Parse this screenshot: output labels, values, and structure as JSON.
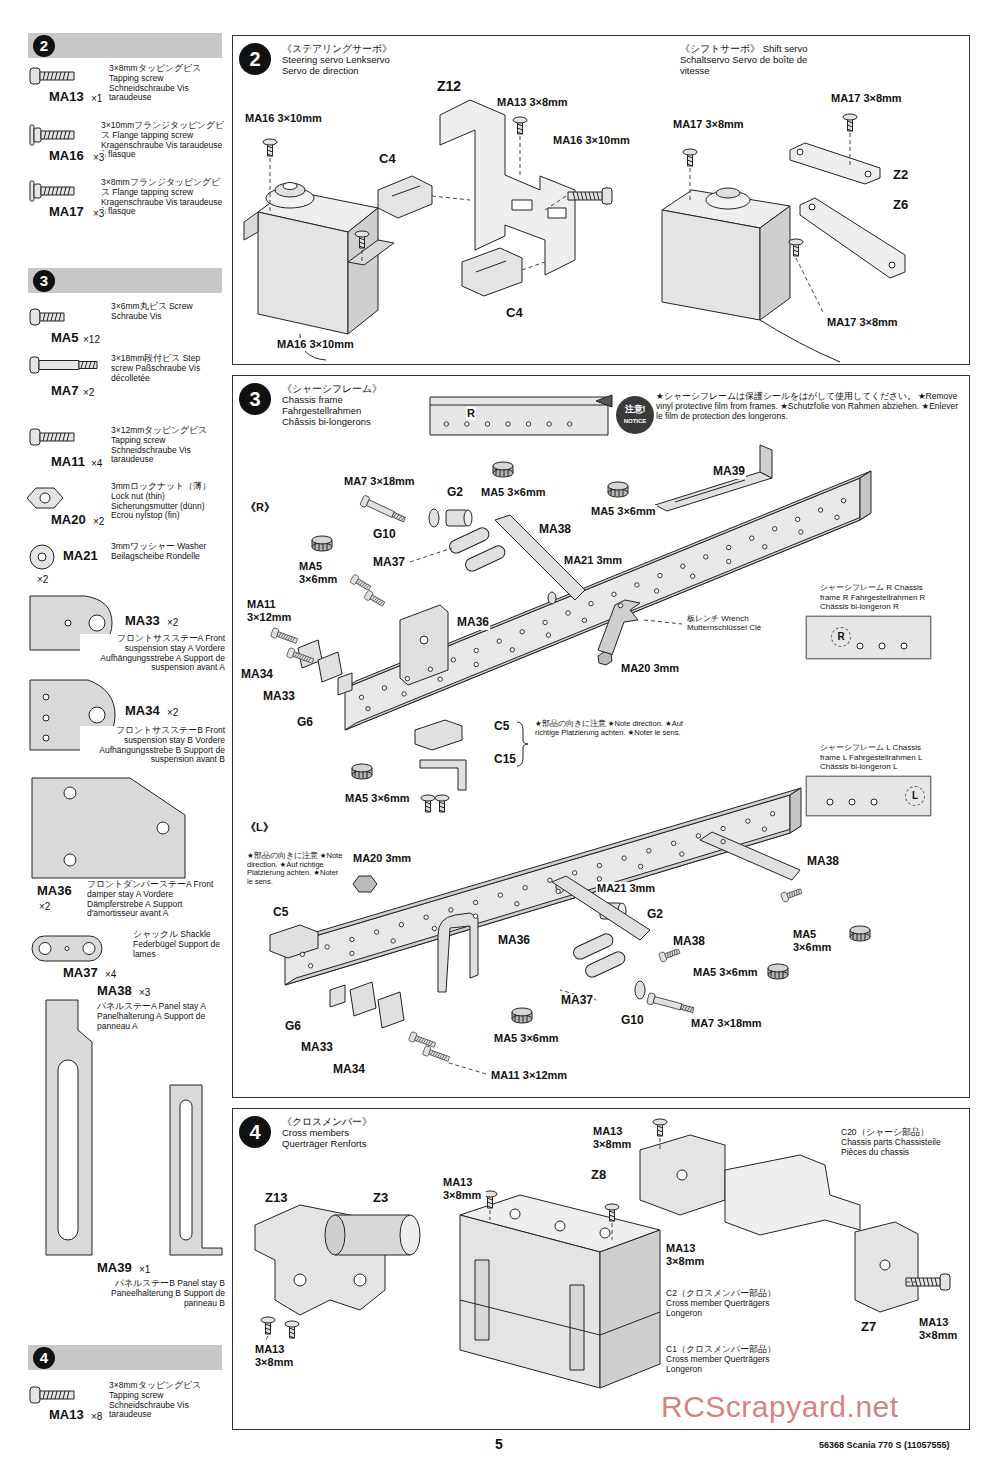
{
  "diagram": {
    "nodes": [
      {
        "text": [
          "2"
        ]
      },
      {
        "text": [
          "3"
        ]
      },
      {
        "text": [
          "4"
        ]
      },
      {
        "text": [
          "《ステアリングサーボ》 Steering servo Lenkservo Servo de direction",
          "《シフトサーボ》 Shift servo Schaltservo Servo de boîte de vitesse"
        ]
      },
      {
        "text": [
          "2"
        ],
        "in": 3
      },
      {
        "text": [
          "《シャーシフレーム》 Chassis frame Fahrgestellrahmen Châssis bi-longerons"
        ]
      },
      {
        "text": [
          "3"
        ],
        "in": 5
      },
      {
        "text": [
          "注意!",
          "NOTICE"
        ],
        "in": 5
      },
      {
        "text": [
          "シャーシフレーム R Chassis frame R Fahrgestellrahmen R Châssis bi-longeron R",
          "R"
        ],
        "in": 5
      },
      {
        "text": [
          "シャーシフレーム L Chassis frame L Fahrgestellrahmen L Châssis bi-longeron L",
          "L"
        ],
        "in": 5
      },
      {
        "text": [
          "《クロスメンバー》 Cross members Querträger Renforts"
        ]
      },
      {
        "text": [
          "4"
        ],
        "in": 10
      }
    ],
    "labels": [
      "3×8mmタッピングビス Tapping screw Schneidschraube Vis taraudeuse",
      "MA13",
      "×1",
      "3×10mmフランジタッピングビス Flange tapping screw Kragenschraube Vis taraudeuse à flasque",
      "MA16",
      "×3",
      "3×8mmフランジタッピングビス Flange tapping screw Kragenschraube Vis taraudeuse à flasque",
      "MA17",
      "×3",
      "3×6mm丸ビス Screw Schraube Vis",
      "MA5",
      "×12",
      "3×18mm段付ビス Step screw Paßschraube Vis décolletée",
      "MA7",
      "×2",
      "3×12mmタッピングビス Tapping screw Schneidschraube Vis taraudeuse",
      "MA11",
      "×4",
      "3mmロックナット（薄） Lock nut (thin) Sicherungsmutter (dünn) Ecrou nylstop (fin)",
      "MA20",
      "×2",
      "3mmワッシャー Washer Beilagscheibe Rondelle",
      "MA21",
      "×2",
      "MA33",
      "×2",
      "フロントサスステーA Front suspension stay A Vordere Aufhängungsstrebe A Support de suspension avant A",
      "MA34",
      "×2",
      "フロントサスステーB Front suspension stay B Vordere Aufhängungsstrebe B Support de suspension avant B",
      "MA36",
      "×2",
      "フロントダンパーステーA Front damper stay A Vordere Dämpferstrebe A Support d'amortisseur avant A",
      "シャックル Shackle Federbügel Support de lames",
      "MA37",
      "×4",
      "MA38",
      "×3",
      "パネルステーA Panel stay A Panelhalterung A Support de panneau A",
      "MA39",
      "×1",
      "パネルステーB Panel stay B Paneelhalterung B Support de panneau B",
      "3×8mmタッピングビス Tapping screw Schneidschraube Vis taraudeuse",
      "MA13",
      "×8",
      "Z12",
      "MA13 3×8mm",
      "MA16 3×10mm",
      "C4",
      "MA16 3×10mm",
      "C4",
      "MA16 3×10mm",
      "MA17 3×8mm",
      "MA17 3×8mm",
      "Z2",
      "Z6",
      "MA17 3×8mm",
      "R",
      "★シャーシフレームは保護シールをはがして使用してください。 ★Remove vinyl protective film from frames. ★Schutzfolie von Rahmen abziehen. ★Enlever le film de protection des longerons.",
      "《R》",
      "MA7 3×18mm",
      "G2",
      "MA5 3×6mm",
      "G10",
      "MA38",
      "MA5 3×6mm",
      "MA39",
      "MA21 3mm",
      "MA37",
      "MA5 3×6mm",
      "MA11 3×12mm",
      "MA36",
      "板レンチ Wrench Mutternschlüssel Clé",
      "MA20 3mm",
      "MA34",
      "MA33",
      "G6",
      "C5",
      "C15",
      "★部品の向きに注意 ★Note direction. ★Auf richtige Platzierung achten. ★Noter le sens.",
      "MA5 3×6mm",
      "《L》",
      "★部品の向きに注意 ★Note direction. ★Auf richtige Platzierung achten. ★Noter le sens.",
      "MA20 3mm",
      "C5",
      "MA21 3mm",
      "G2",
      "MA38",
      "MA38",
      "MA5 3×6mm",
      "MA36",
      "MA5 3×6mm",
      "MA37",
      "G10",
      "MA7 3×18mm",
      "G6",
      "MA33",
      "MA5 3×6mm",
      "MA34",
      "MA11 3×12mm",
      "Z13",
      "Z3",
      "MA13 3×8mm",
      "MA13 3×8mm",
      "MA13 3×8mm",
      "Z8",
      "C20（シャーシ部品） Chassis parts Chassisteile Pièces du chassis",
      "MA13 3×8mm",
      "C2（クロスメンバー部品） Cross member Querträgers Longeron",
      "C1（クロスメンバー部品） Cross member Querträgers Longeron",
      "Z7",
      "MA13 3×8mm",
      "5",
      "56368 Scania 770 S (11057555)",
      "RCScrapyard.net"
    ]
  }
}
